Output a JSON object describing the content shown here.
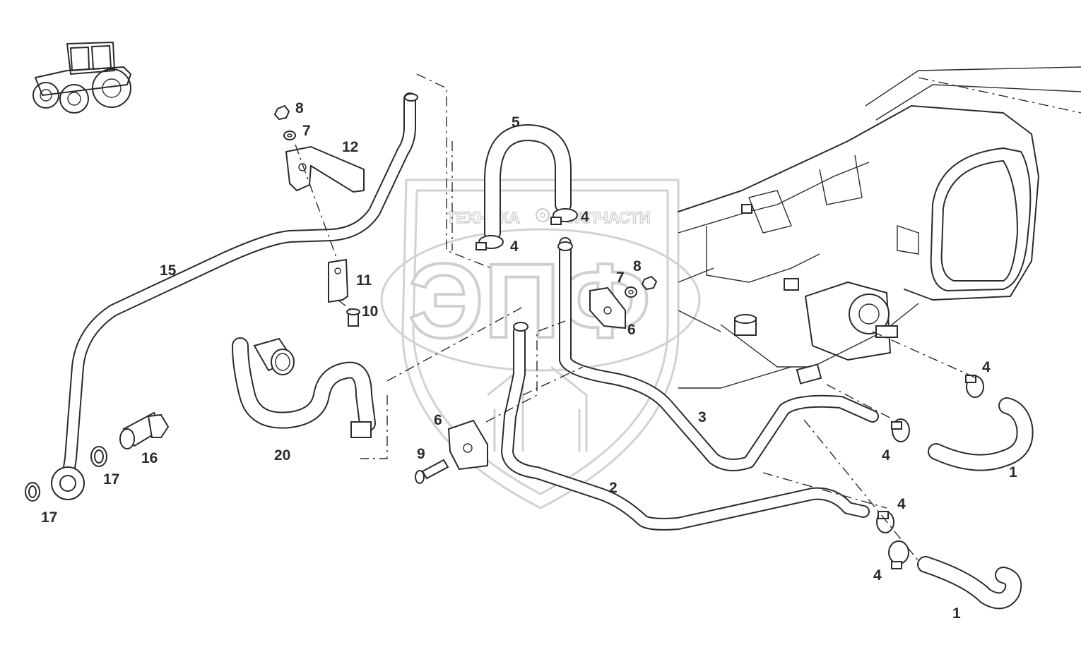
{
  "watermark": {
    "text_left": "ТЕХНИКА",
    "text_right": "ЗАПЧАСТИ",
    "big_letters": "ЭПФ"
  },
  "callouts": {
    "c1a": "1",
    "c1b": "1",
    "c2": "2",
    "c3": "3",
    "c4a": "4",
    "c4b": "4",
    "c4c": "4",
    "c4d": "4",
    "c4e": "4",
    "c4f": "4",
    "c5": "5",
    "c6a": "6",
    "c6b": "6",
    "c7a": "7",
    "c7b": "7",
    "c8a": "8",
    "c8b": "8",
    "c9": "9",
    "c10": "10",
    "c11": "11",
    "c12": "12",
    "c15": "15",
    "c16": "16",
    "c17a": "17",
    "c17b": "17",
    "c20": "20"
  },
  "icons": {
    "vehicle": "tractor-icon"
  }
}
